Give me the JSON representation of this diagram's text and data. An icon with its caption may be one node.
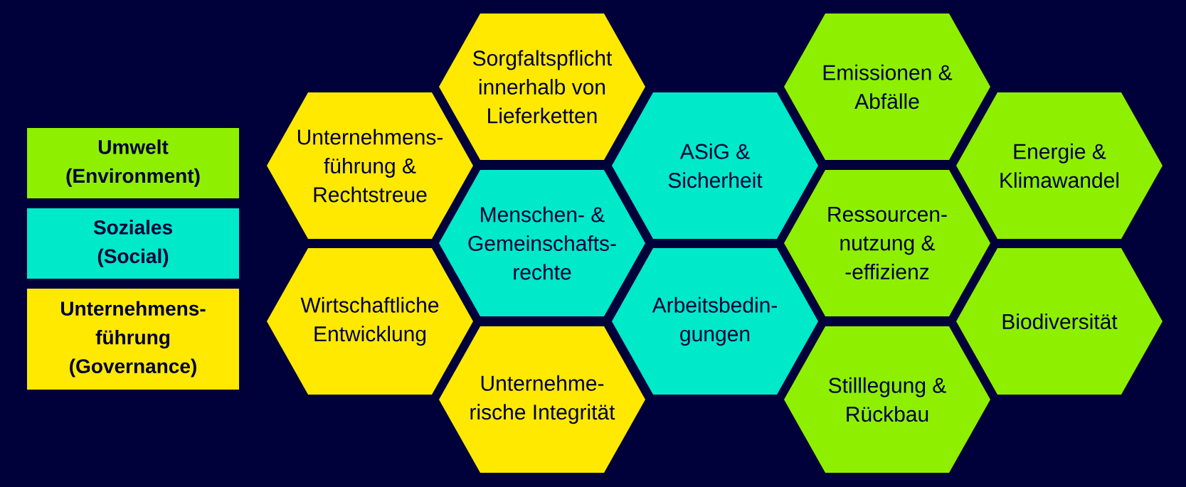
{
  "diagram": {
    "nodes": [
      {
        "text": [
          "Sorgfaltspflicht innerhalb von Lieferketten"
        ]
      },
      {
        "text": [
          "Emissionen & Abfälle"
        ]
      },
      {
        "text": [
          "Unternehmens- führung & Rechtstreue"
        ]
      },
      {
        "text": [
          "ASiG & Sicherheit"
        ]
      },
      {
        "text": [
          "Energie & Klimawandel"
        ]
      },
      {
        "text": [
          "Menschen- & Gemeinschafts- rechte"
        ]
      },
      {
        "text": [
          "Ressourcen- nutzung & -effizienz"
        ]
      },
      {
        "text": [
          "Wirtschaftliche Entwicklung"
        ]
      },
      {
        "text": [
          "Arbeitsbedin- gungen"
        ]
      },
      {
        "text": [
          "Biodiversität"
        ]
      },
      {
        "text": [
          "Unternehme- rische Integrität"
        ]
      },
      {
        "text": [
          "Stilllegung & Rückbau"
        ]
      }
    ],
    "legend": [
      {
        "text": "Umwelt (Environment)",
        "color": "#8ef000"
      },
      {
        "text": "Soziales (Social)",
        "color": "#00e9c9"
      },
      {
        "text": "Unternehmens- führung (Governance)",
        "color": "#ffe900"
      }
    ]
  }
}
